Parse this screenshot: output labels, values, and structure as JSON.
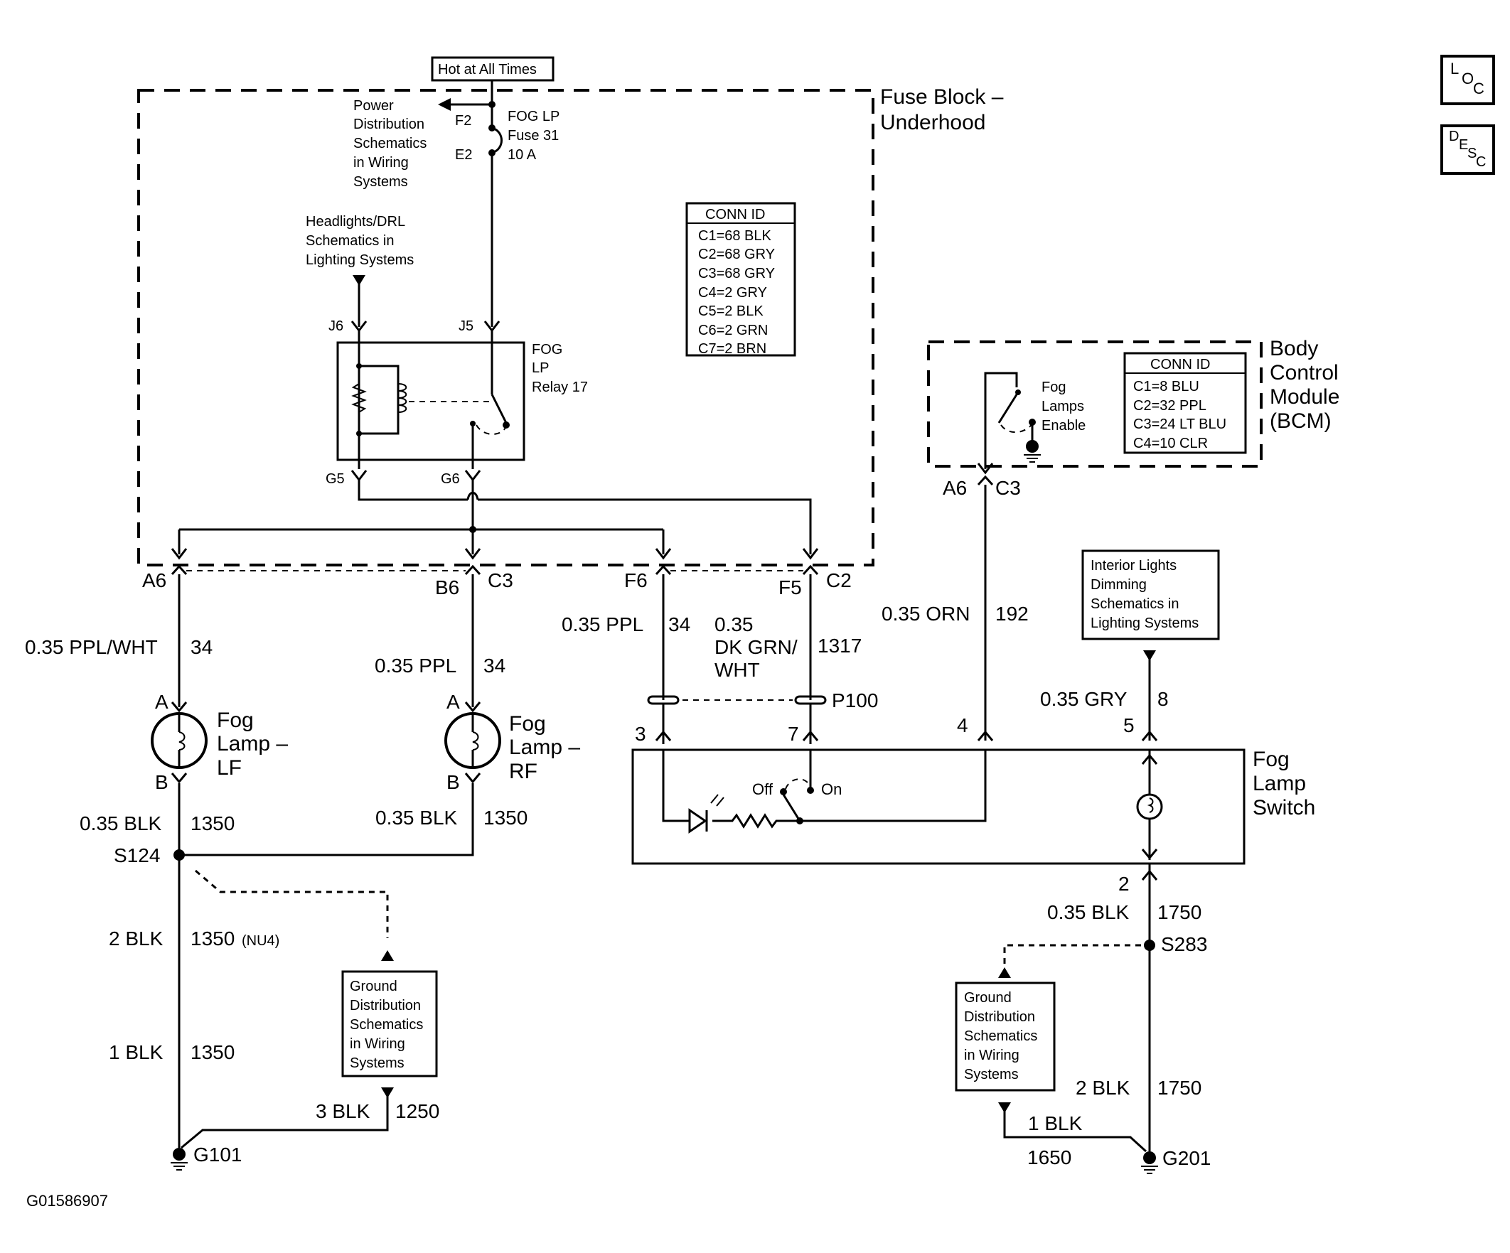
{
  "hot_label": "Hot at All Times",
  "fuse_block": {
    "title_line1": "Fuse Block –",
    "title_line2": "Underhood"
  },
  "fuse": {
    "pin_top": "F2",
    "pin_bottom": "E2",
    "line1": "FOG LP",
    "line2": "Fuse 31",
    "line3": "10 A"
  },
  "power_ref": [
    "Power",
    "Distribution",
    "Schematics",
    "in Wiring",
    "Systems"
  ],
  "headlights_ref": [
    "Headlights/DRL",
    "Schematics in",
    "Lighting Systems"
  ],
  "relay": {
    "pin_left_top": "J6",
    "pin_right_top": "J5",
    "pin_left_bottom": "G5",
    "pin_right_bottom": "G6",
    "label": [
      "FOG",
      "LP",
      "Relay 17"
    ]
  },
  "fuse_conn": {
    "header": "CONN ID",
    "rows": [
      "C1=68 BLK",
      "C2=68 GRY",
      "C3=68 GRY",
      "C4=2 GRY",
      "C5=2 BLK",
      "C6=2 GRN",
      "C7=2 BRN"
    ]
  },
  "bcm": {
    "title": [
      "Body",
      "Control",
      "Module",
      "(BCM)"
    ],
    "switch_label": [
      "Fog",
      "Lamps",
      "Enable"
    ],
    "pin_a": "A6",
    "pin_b": "C3",
    "conn_header": "CONN ID",
    "conn_rows": [
      "C1=8 BLU",
      "C2=32 PPL",
      "C3=24 LT BLU",
      "C4=10 CLR"
    ]
  },
  "fuse_pins": {
    "a6": "A6",
    "b6": "B6",
    "c3": "C3",
    "f6": "F6",
    "f5": "F5",
    "c2": "C2"
  },
  "wires": {
    "lf_feed": {
      "gauge": "0.35 PPL/WHT",
      "circuit": "34"
    },
    "rf_feed": {
      "gauge": "0.35 PPL",
      "circuit": "34"
    },
    "sw_feed": {
      "gauge": "0.35 PPL",
      "circuit": "34"
    },
    "sw_ind": {
      "gauge_line1": "0.35",
      "gauge_line2": "DK GRN/",
      "gauge_line3": "WHT",
      "circuit": "1317"
    },
    "bcm_out": {
      "gauge": "0.35 ORN",
      "circuit": "192"
    },
    "dim": {
      "gauge": "0.35 GRY",
      "circuit": "8"
    },
    "lf_gnd": {
      "gauge": "0.35 BLK",
      "circuit": "1350"
    },
    "rf_gnd": {
      "gauge": "0.35 BLK",
      "circuit": "1350"
    },
    "g101_a": {
      "gauge": "2 BLK",
      "circuit": "1350",
      "note": "(NU4)"
    },
    "g101_b": {
      "gauge": "1 BLK",
      "circuit": "1350"
    },
    "g101_c": {
      "gauge": "3 BLK",
      "circuit": "1250"
    },
    "sw_gnd": {
      "gauge": "0.35 BLK",
      "circuit": "1750"
    },
    "g201_a": {
      "gauge": "2 BLK",
      "circuit": "1750"
    },
    "g201_b": {
      "gauge": "1 BLK",
      "circuit": "1650"
    }
  },
  "lamp_lf": {
    "pin_a": "A",
    "pin_b": "B",
    "label": [
      "Fog",
      "Lamp –",
      "LF"
    ]
  },
  "lamp_rf": {
    "pin_a": "A",
    "pin_b": "B",
    "label": [
      "Fog",
      "Lamp –",
      "RF"
    ]
  },
  "splice_s124": "S124",
  "splice_s283": "S283",
  "ground_g101": "G101",
  "ground_g201": "G201",
  "connector_p100": "P100",
  "ground_ref": [
    "Ground",
    "Distribution",
    "Schematics",
    "in Wiring",
    "Systems"
  ],
  "interior_ref": [
    "Interior Lights",
    "Dimming",
    "Schematics in",
    "Lighting Systems"
  ],
  "fog_switch": {
    "label": [
      "Fog",
      "Lamp",
      "Switch"
    ],
    "pin3": "3",
    "pin7": "7",
    "pin4": "4",
    "pin5": "5",
    "pin2": "2",
    "off": "Off",
    "on": "On"
  },
  "side_icons": {
    "loc": {
      "top": "L",
      "mid": "O",
      "low": "C"
    },
    "desc": {
      "top": "D",
      "mid": "E",
      "mid2": "S",
      "low": "C"
    }
  },
  "figure_id": "G01586907"
}
